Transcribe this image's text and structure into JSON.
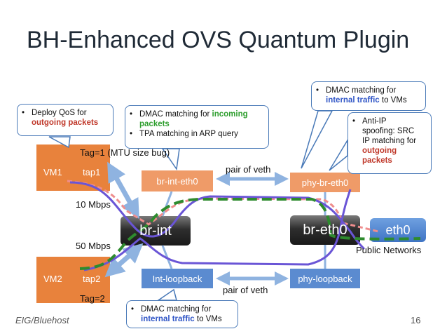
{
  "title": "BH-Enhanced OVS Quantum Plugin",
  "nodes": {
    "vm1": "VM1",
    "tap1": "tap1",
    "vm2": "VM2",
    "tap2": "tap2",
    "br_int_eth0": "br-int-eth0",
    "phy_br_eth0": "phy-br-eth0",
    "br_int": "br-int",
    "br_eth0": "br-eth0",
    "eth0": "eth0",
    "int_loopback": "Int-loopback",
    "phy_loopback": "phy-loopback"
  },
  "labels": {
    "tag1": "Tag=1 (MTU size bug)",
    "tag2": "Tag=2",
    "rate_10": "10 Mbps",
    "rate_50": "50 Mbps",
    "pair_veth_top": "pair of veth",
    "pair_veth_bottom": "pair of veth",
    "public_networks": "Public Networks"
  },
  "callouts": {
    "qos": {
      "line1": "Deploy QoS for",
      "line2": "outgoing packets"
    },
    "dmac_incoming": {
      "pre": "DMAC matching for ",
      "hl1": "incoming",
      "hl2": "packets",
      "line2": "TPA matching in ARP query"
    },
    "dmac_internal_top": {
      "line1": "DMAC matching for",
      "hl": "internal traffic",
      "post": " to VMs"
    },
    "anti_ip": {
      "line1": "Anti-IP",
      "line2": "spoofing: SRC",
      "line3": "IP matching for",
      "hl1": "outgoing",
      "hl2": "packets"
    },
    "dmac_internal_bottom": {
      "line1": "DMAC matching for",
      "hl": "internal traffic",
      "post": " to VMs"
    }
  },
  "footer": "EIG/Bluehost",
  "page_number": "16",
  "colors": {
    "orange": "#e8823c",
    "blue_box": "#5b8bd0",
    "dark_bridge": "#3a3a3a",
    "path_purple": "#6a55d6",
    "path_green": "#2e8b2e",
    "path_pink": "#ef8d8d",
    "arrow_blue": "#8fb3e0"
  }
}
